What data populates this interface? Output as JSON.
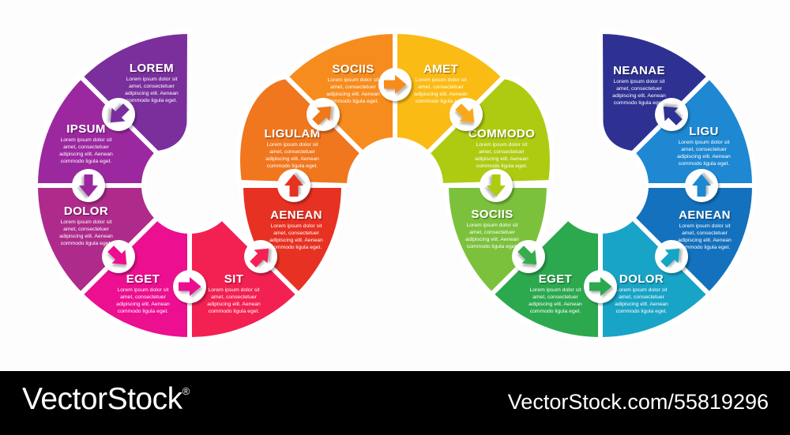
{
  "desc_lines": [
    "Lorem ipsum dolor sit",
    "amet, consectetuer",
    "adipiscing elit. Aenean",
    "commodo ligula eget."
  ],
  "segments": [
    {
      "label": "LOREM",
      "color": "#7A2F9D"
    },
    {
      "label": "IPSUM",
      "color": "#9C28A0"
    },
    {
      "label": "DOLOR",
      "color": "#AE2B8C"
    },
    {
      "label": "EGET",
      "color": "#EC0F90"
    },
    {
      "label": "SIT",
      "color": "#F32052"
    },
    {
      "label": "AENEAN",
      "color": "#E73122"
    },
    {
      "label": "LIGULAM",
      "color": "#F0771E"
    },
    {
      "label": "SOCIIS",
      "color": "#F78C1E"
    },
    {
      "label": "AMET",
      "color": "#FBBB15"
    },
    {
      "label": "COMMODO",
      "color": "#AECB11"
    },
    {
      "label": "SOCIIS",
      "color": "#7CC13C"
    },
    {
      "label": "EGET",
      "color": "#2CA94F"
    },
    {
      "label": "DOLOR",
      "color": "#18A4C6"
    },
    {
      "label": "AENEAN",
      "color": "#1371BD"
    },
    {
      "label": "LIGU",
      "color": "#1E88D2"
    },
    {
      "label": "NEANAE",
      "color": "#2E3192"
    }
  ],
  "arrows": [
    {
      "from": "LOREM",
      "to": "IPSUM",
      "color": "#7A2F9D"
    },
    {
      "from": "IPSUM",
      "to": "DOLOR",
      "color": "#9C28A0"
    },
    {
      "from": "DOLOR",
      "to": "EGET",
      "color": "#EC0F90"
    },
    {
      "from": "EGET",
      "to": "SIT",
      "color": "#EC0F90"
    },
    {
      "from": "SIT",
      "to": "AENEAN",
      "color": "#F32052"
    },
    {
      "from": "AENEAN",
      "to": "LIGULAM",
      "color": "#E73122"
    },
    {
      "from": "LIGULAM",
      "to": "SOCIIS",
      "color": "#F0771E"
    },
    {
      "from": "SOCIIS",
      "to": "AMET",
      "color": "#F78C1E"
    },
    {
      "from": "AMET",
      "to": "COMMODO",
      "color": "#F9A81D"
    },
    {
      "from": "COMMODO",
      "to": "SOCIIS",
      "color": "#AECB11"
    },
    {
      "from": "SOCIIS",
      "to": "EGET",
      "color": "#35AC4E"
    },
    {
      "from": "EGET",
      "to": "DOLOR",
      "color": "#2CA94F"
    },
    {
      "from": "DOLOR",
      "to": "AENEAN",
      "color": "#18A4C6"
    },
    {
      "from": "AENEAN",
      "to": "LIGU",
      "color": "#1E88D2"
    },
    {
      "from": "LIGU",
      "to": "NEANAE",
      "color": "#2E3192"
    }
  ],
  "watermark": {
    "brand": "VectorStock",
    "registered": "®",
    "site": "VectorStock.com/55819296"
  }
}
